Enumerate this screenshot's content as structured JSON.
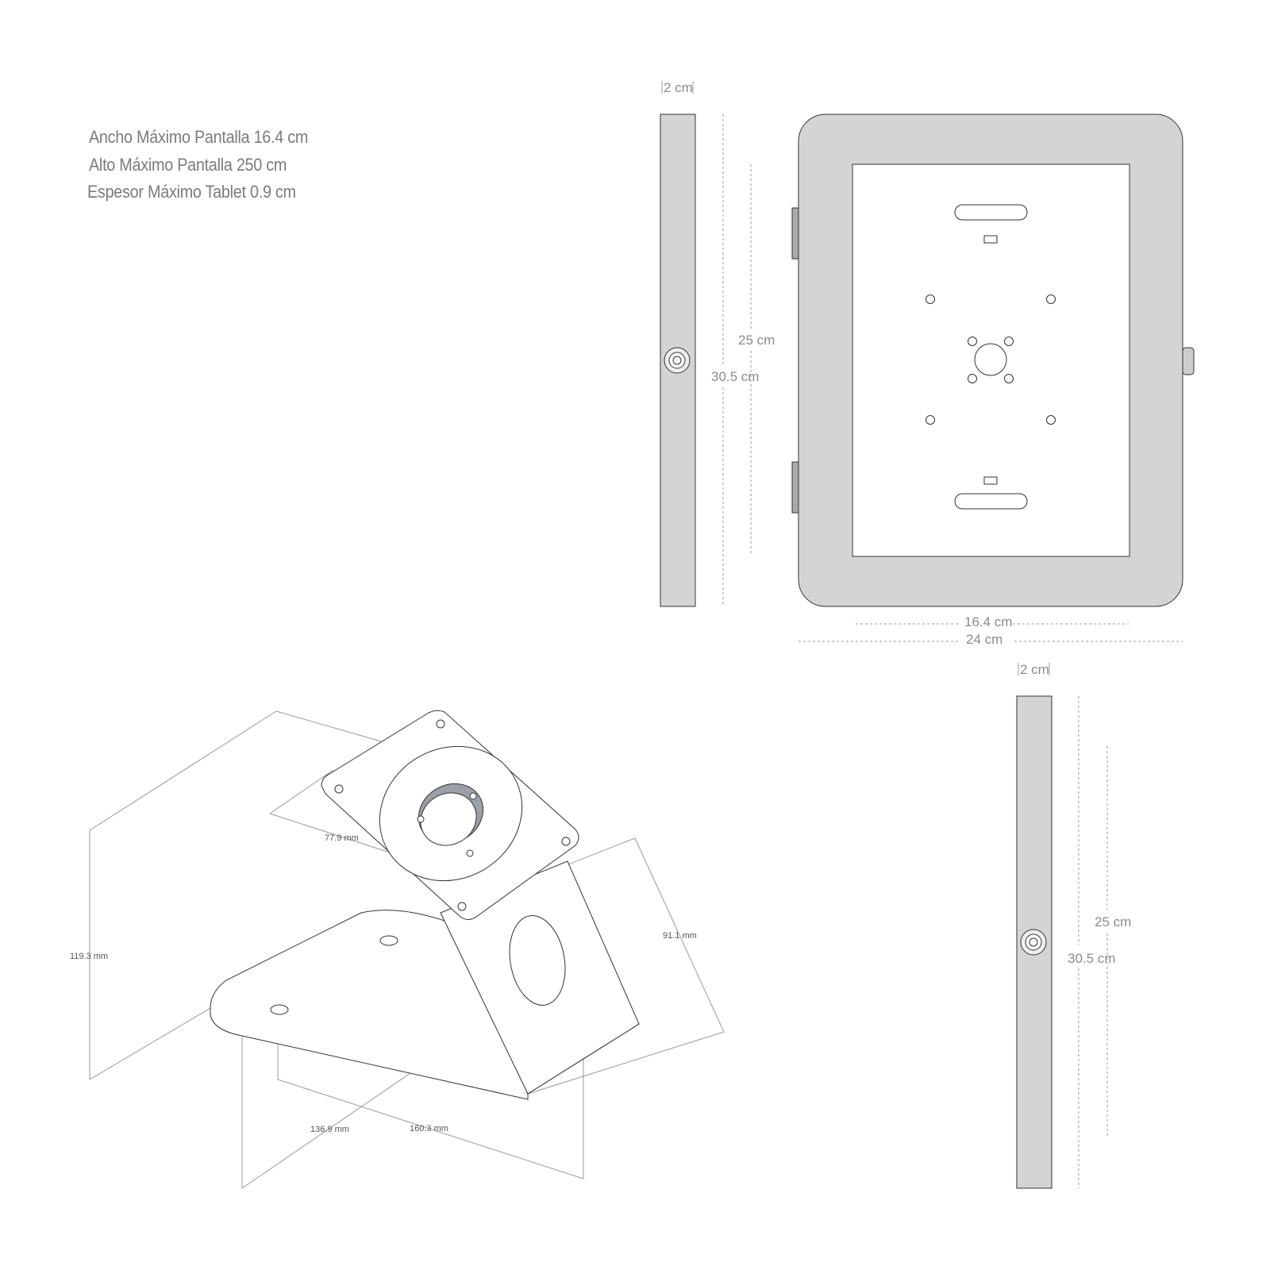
{
  "specs": [
    "Ancho Máximo Pantalla 16.4 cm",
    "Alto Máximo Pantalla  250 cm",
    "Espesor Máximo Tablet  0.9 cm"
  ],
  "side_view_top": {
    "depth": "2 cm",
    "inner_height": "25 cm",
    "outer_height": "30.5 cm"
  },
  "front_view": {
    "inner_width": "16.4 cm",
    "outer_width": "24 cm"
  },
  "side_view_bottom": {
    "depth": "2 cm",
    "inner_height": "25 cm",
    "outer_height": "30.5 cm"
  },
  "stand": {
    "plate": "77.9 mm",
    "height": "119.3 mm",
    "arm": "91.1 mm",
    "base_depth": "136.9 mm",
    "base_width": "160.3 mm"
  },
  "colors": {
    "frame": "#d3d4d6",
    "line": "#333333",
    "dim": "#8a8b8d"
  }
}
